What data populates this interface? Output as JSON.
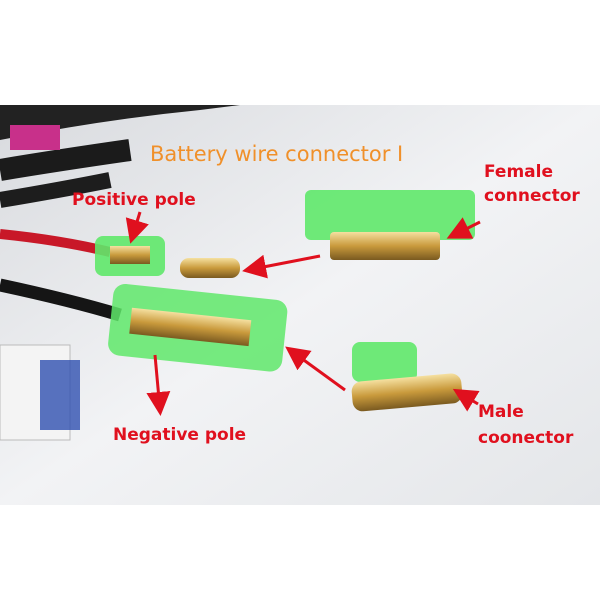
{
  "title": "Battery wire connector I",
  "labels": {
    "positive_pole": "Positive pole",
    "negative_pole": "Negative pole",
    "female_connector_line1": "Female",
    "female_connector_line2": "connector",
    "male_connector_line1": "Male",
    "male_connector_line2": "coonector"
  },
  "colors": {
    "title": "#f0902a",
    "label": "#e0101e",
    "sleeve": "#5fe86a",
    "arrow": "#e0101e"
  }
}
